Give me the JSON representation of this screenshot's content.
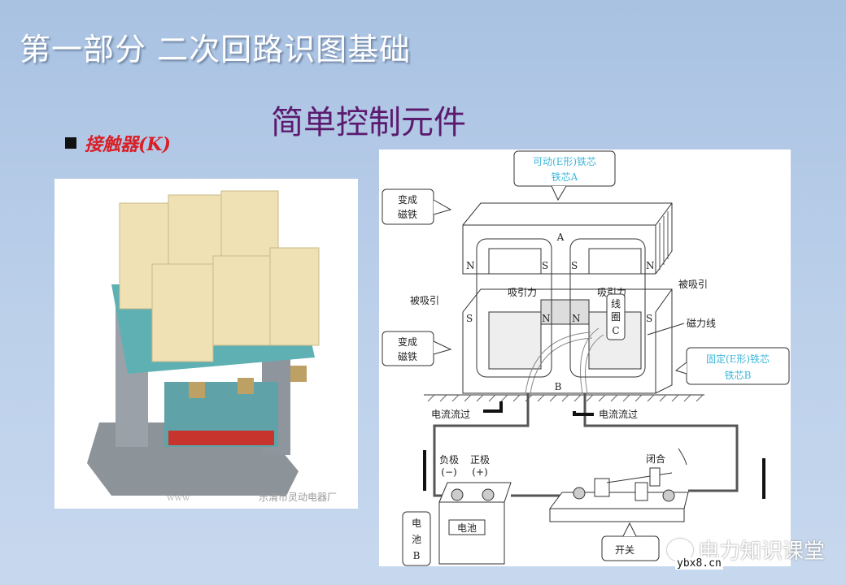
{
  "slide": {
    "title": "第一部分  二次回路识图基础",
    "subtitle": "简单控制元件",
    "bullet": "接触器(K)"
  },
  "photo": {
    "caption_left": "www",
    "caption_right": "乐清市灵动电器厂"
  },
  "diagram": {
    "movable_core": [
      "可动(E形)铁芯",
      "铁芯A"
    ],
    "fixed_core": [
      "固定(E形)铁芯",
      "铁芯B"
    ],
    "becomes_magnet": [
      "变成",
      "磁铁"
    ],
    "attracted": "被吸引",
    "attraction_force": "吸引力",
    "coil": [
      "线",
      "圈",
      "C"
    ],
    "magnetic_lines": "磁力线",
    "core_a_letter": "A",
    "core_b_letter": "B",
    "north": "N",
    "south": "S",
    "current_flows": "电流流过",
    "negative": "负极",
    "negative_sign": "(−)",
    "positive": "正极",
    "positive_sign": "(+)",
    "battery": "电池",
    "battery_b": [
      "电",
      "池",
      "B"
    ],
    "closed": "闭合",
    "switch": "开关"
  },
  "watermark": {
    "brand": "电力知识课堂",
    "site": "ybx8.cn"
  },
  "colors": {
    "title": "#ffffff",
    "subtitle": "#5b1a6e",
    "bullet": "#d81f26",
    "callout_text": "#3fb7d9"
  }
}
